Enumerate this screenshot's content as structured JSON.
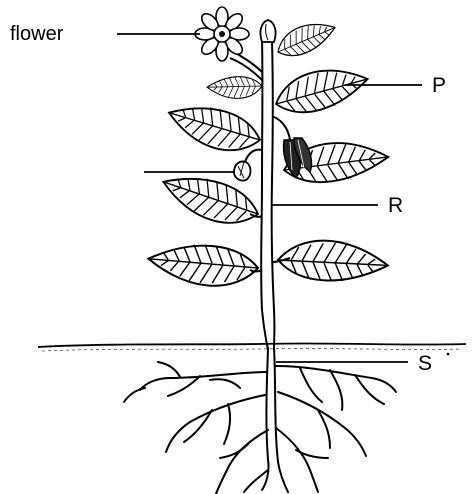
{
  "diagram": {
    "labels": {
      "flower": "flower",
      "p": "P",
      "r": "R",
      "s": "S"
    }
  }
}
